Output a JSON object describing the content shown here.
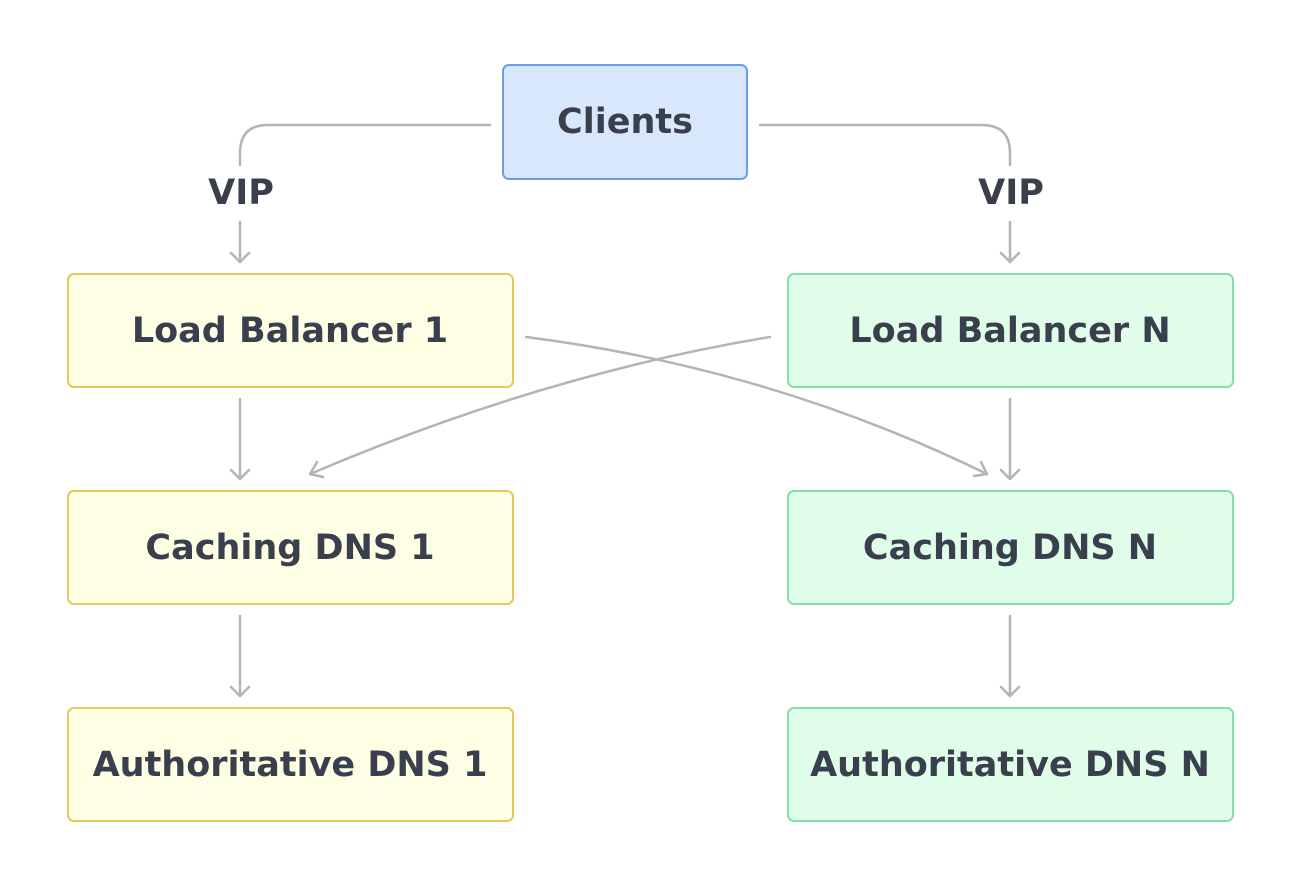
{
  "nodes": {
    "clients": {
      "label": "Clients",
      "fill": "#d9e7fd",
      "stroke": "#6b9eea"
    },
    "lb1": {
      "label": "Load Balancer 1",
      "fill": "#fefee5",
      "stroke": "#e8c75a"
    },
    "lbn": {
      "label": "Load Balancer N",
      "fill": "#dffde9",
      "stroke": "#87dfa6"
    },
    "cache1": {
      "label": "Caching DNS 1",
      "fill": "#fefee5",
      "stroke": "#e8c75a"
    },
    "cachen": {
      "label": "Caching DNS N",
      "fill": "#dffde9",
      "stroke": "#87dfa6"
    },
    "auth1": {
      "label": "Authoritative DNS 1",
      "fill": "#fefee5",
      "stroke": "#e8c75a"
    },
    "authn": {
      "label": "Authoritative DNS N",
      "fill": "#dffde9",
      "stroke": "#87dfa6"
    }
  },
  "edges": {
    "clients_to_lb1": {
      "label": "VIP"
    },
    "clients_to_lbn": {
      "label": "VIP"
    }
  },
  "colors": {
    "edge": "#b3b3b8",
    "text": "#3a3f4d"
  }
}
